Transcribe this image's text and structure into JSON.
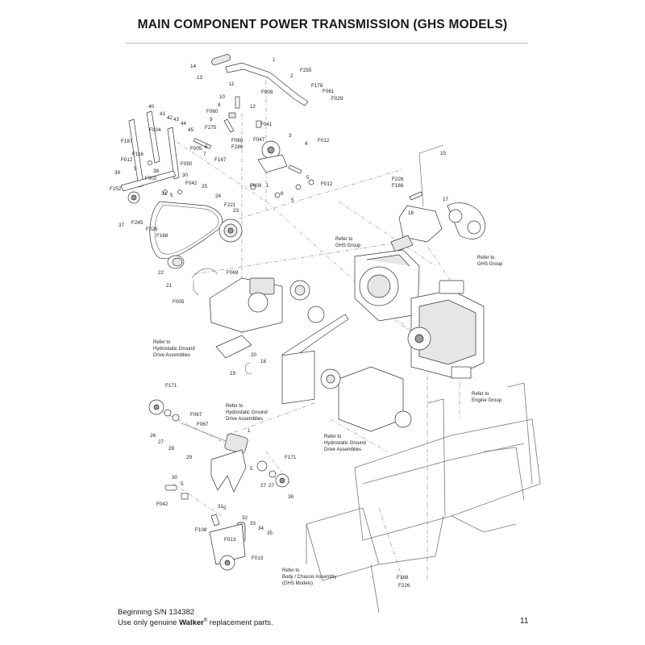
{
  "title": "MAIN COMPONENT POWER TRANSMISSION (GHS MODELS)",
  "footer": {
    "serial": "Beginning S/N 134382",
    "note_prefix": "Use only genuine ",
    "brand": "Walker",
    "note_suffix": " replacement parts.",
    "page_number": "11"
  },
  "refs": {
    "ghs_group": [
      "Refer to",
      "GHS Group"
    ],
    "hydrostatic": [
      "Refer to",
      "Hydrostatic Ground",
      "Drive Assemblies"
    ],
    "engine_group": [
      "Refer to",
      "Engine Group"
    ],
    "body_chassis": [
      "Refer to",
      "Body / Chassis Assembly",
      "(GHS Models)"
    ]
  },
  "callouts": {
    "c1": "1",
    "c2": "2",
    "c3": "3",
    "c4": "4",
    "c5": "5",
    "c6": "6",
    "c7": "7",
    "c8": "8",
    "c9": "9",
    "c10": "10",
    "c11": "11",
    "c12": "12",
    "c13": "13",
    "c14": "14",
    "c15": "15",
    "c16": "16",
    "c17": "17",
    "c18": "18",
    "c19": "19",
    "c20": "20",
    "c21": "21",
    "c22": "22",
    "c23": "23",
    "c24": "24",
    "c25": "25",
    "c26": "26",
    "c27": "27",
    "c28": "28",
    "c29": "29",
    "c30": "30",
    "c31": "31",
    "c32": "32",
    "c33": "33",
    "c34": "34",
    "c35": "35",
    "c36": "36",
    "c37": "37",
    "c38": "38",
    "c39": "39",
    "c40": "40",
    "c41": "41",
    "c42": "42",
    "c43": "43",
    "c44": "44",
    "c45": "45",
    "F255": "F255",
    "F178": "F178",
    "F061": "F061",
    "F029": "F029",
    "F009": "F009",
    "F060": "F060",
    "F275": "F275",
    "F041": "F041",
    "F047": "F047",
    "F012": "F012",
    "F286": "F286",
    "F167": "F167",
    "F187": "F187",
    "F004": "F004",
    "F116": "F116",
    "F005": "F005",
    "F050": "F050",
    "F002": "F002",
    "F042": "F042",
    "F252": "F252",
    "F221": "F221",
    "F226": "F226",
    "F168": "F168",
    "F245": "F245",
    "F069": "F069",
    "F171": "F171",
    "F067": "F067",
    "F108": "F108",
    "F013": "F013"
  }
}
